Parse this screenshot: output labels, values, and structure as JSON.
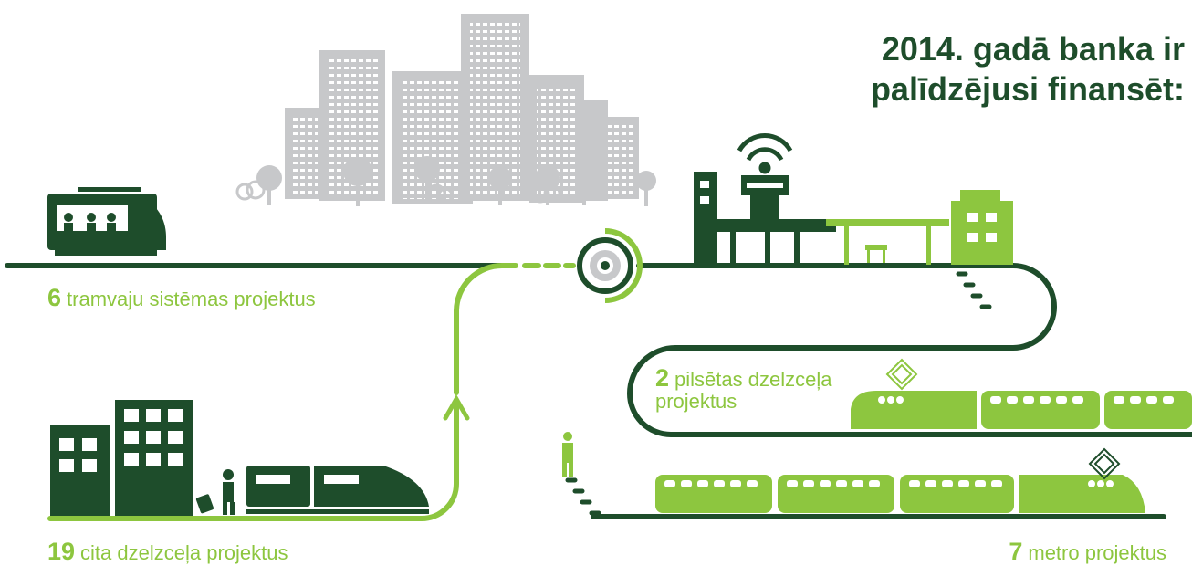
{
  "title": {
    "line1": "2014. gadā banka ir",
    "line2": "palīdzējusi finansēt:"
  },
  "stats": [
    {
      "number": "6",
      "text": "tramvaju sistēmas projektus"
    },
    {
      "number": "19",
      "text": "cita dzelzceļa projektus"
    },
    {
      "number": "2",
      "text": "pilsētas dzelzceļa",
      "text2": "projektus"
    },
    {
      "number": "7",
      "text": "metro projektus"
    }
  ],
  "colors": {
    "dark_green": "#1e4d2b",
    "light_green": "#8dc63f",
    "city_grey": "#c7c8ca"
  },
  "icons": [
    "city-skyline-icon",
    "tram-icon",
    "station-icon",
    "wifi-icon",
    "target-icon",
    "buildings-icon",
    "traveler-icon",
    "highspeed-train-icon",
    "urban-train-icon",
    "metro-train-icon",
    "pedestrian-icon"
  ]
}
